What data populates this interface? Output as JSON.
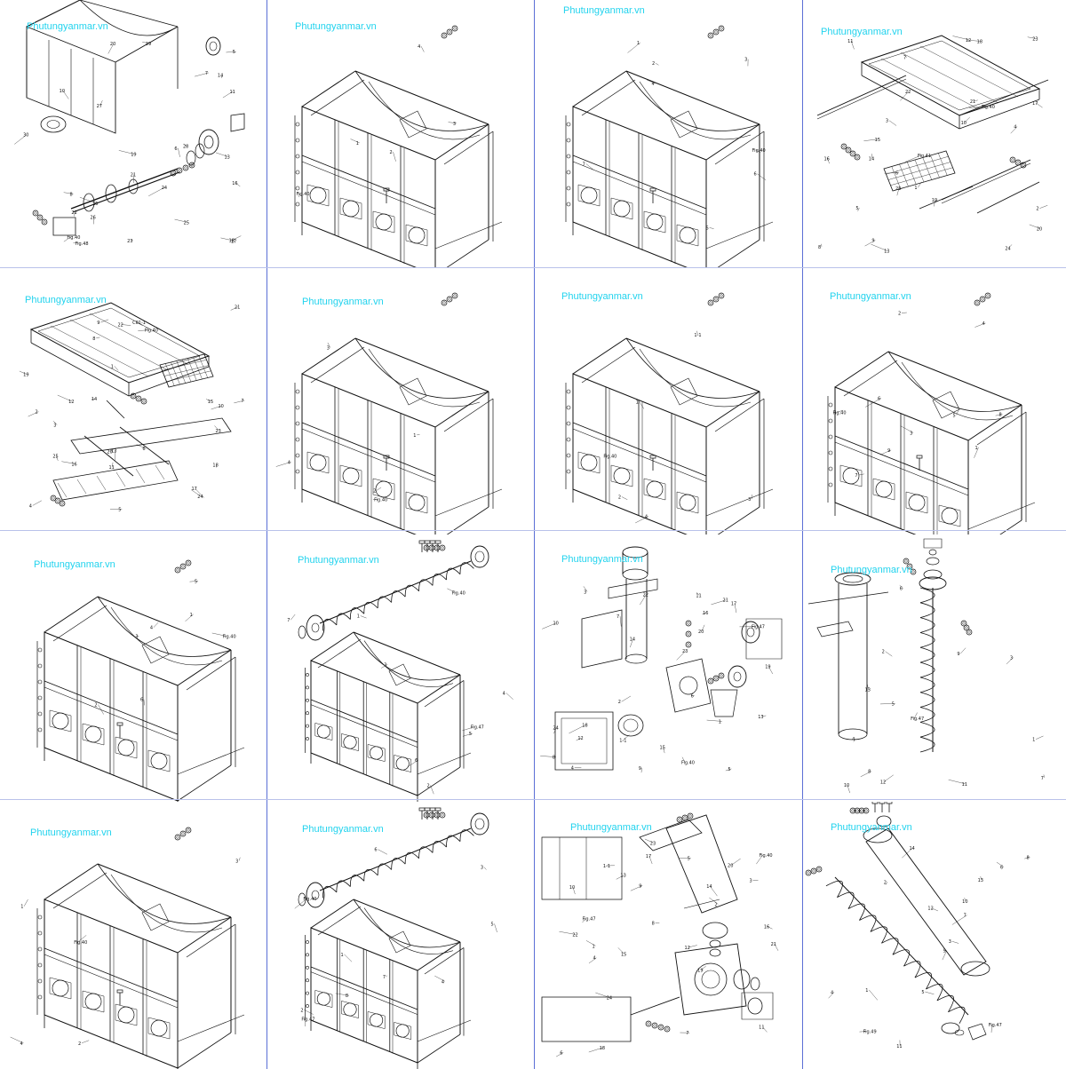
{
  "watermark": "Phutungyanmar.vn",
  "colors": {
    "watermark": "#22d3ee",
    "line": "#111111",
    "border": "#5b6fd6"
  },
  "panels": [
    {
      "id": "p1",
      "kind": "shaft",
      "wm": "Phutungyanmar.vn",
      "labels": [
        "Fig.40",
        "Fig.48",
        "23",
        "24",
        "25",
        "26",
        "27",
        "28",
        "29",
        "30",
        "13",
        "14",
        "15",
        "16",
        "17",
        "18",
        "19",
        "20",
        "21",
        "22",
        "5",
        "6",
        "7",
        "8",
        "10",
        "11"
      ]
    },
    {
      "id": "p2",
      "kind": "housing",
      "wm": "Phutungyanmar.vn",
      "labels": [
        "Fig.40",
        "1",
        "2",
        "3",
        "4"
      ]
    },
    {
      "id": "p3",
      "kind": "housing",
      "wm": "Phutungyanmar.vn",
      "labels": [
        "Fig.40",
        "1",
        "2",
        "3",
        "4",
        "5",
        "6",
        "7"
      ]
    },
    {
      "id": "p4",
      "kind": "frame",
      "wm": "Phutungyanmar.vn",
      "labels": [
        "Fig.40",
        "Fig.41",
        "1",
        "2",
        "3",
        "4",
        "5",
        "6",
        "7",
        "8",
        "9",
        "10",
        "11",
        "12",
        "13",
        "14",
        "15",
        "16",
        "17",
        "18",
        "19",
        "20",
        "21",
        "22",
        "23",
        "24",
        "25"
      ]
    },
    {
      "id": "p5",
      "kind": "frame",
      "wm": "Phutungyanmar.vn",
      "labels": [
        "Fig.40",
        "C01-1",
        "1",
        "2",
        "3",
        "4",
        "5",
        "6",
        "7",
        "8",
        "9",
        "10",
        "11",
        "12",
        "13",
        "14",
        "15",
        "16",
        "17",
        "18",
        "19",
        "20",
        "21",
        "22",
        "23",
        "24",
        "25"
      ]
    },
    {
      "id": "p6",
      "kind": "housing",
      "wm": "Phutungyanmar.vn",
      "labels": [
        "Fig.40",
        "1",
        "2",
        "3",
        "4"
      ]
    },
    {
      "id": "p7",
      "kind": "housing",
      "wm": "Phutungyanmar.vn",
      "labels": [
        "Fig.40",
        "1-1",
        "1",
        "2",
        "3",
        "4"
      ]
    },
    {
      "id": "p8",
      "kind": "housing",
      "wm": "Phutungyanmar.vn",
      "labels": [
        "Fig.40",
        "1",
        "2",
        "3",
        "4",
        "5",
        "6",
        "7",
        "8",
        "9"
      ]
    },
    {
      "id": "p9",
      "kind": "housing",
      "wm": "Phutungyanmar.vn",
      "labels": [
        "Fig.40",
        "1",
        "2",
        "3",
        "4",
        "5",
        "6"
      ]
    },
    {
      "id": "p10",
      "kind": "auger",
      "wm": "Phutungyanmar.vn",
      "labels": [
        "Fig.40",
        "Fig.47",
        "1",
        "2",
        "3",
        "4",
        "5",
        "6",
        "7"
      ]
    },
    {
      "id": "p11",
      "kind": "tube",
      "wm": "Phutungyanmar.vn",
      "labels": [
        "Fig.40",
        "Fig.47",
        "1-1",
        "1",
        "2",
        "3",
        "4",
        "5",
        "6",
        "7",
        "8",
        "9",
        "10",
        "11",
        "12",
        "13",
        "14",
        "15",
        "16",
        "17",
        "18",
        "19",
        "20",
        "21",
        "22",
        "23",
        "24"
      ]
    },
    {
      "id": "p12",
      "kind": "auger-vertical",
      "wm": "Phutungyanmar.vn",
      "labels": [
        "Fig.47",
        "1",
        "2",
        "3",
        "4",
        "5",
        "6",
        "7",
        "8",
        "9",
        "10",
        "11",
        "12",
        "13"
      ]
    },
    {
      "id": "p13",
      "kind": "housing",
      "wm": "Phutungyanmar.vn",
      "labels": [
        "Fig.40",
        "1",
        "2",
        "3",
        "4"
      ]
    },
    {
      "id": "p14",
      "kind": "auger",
      "wm": "Phutungyanmar.vn",
      "labels": [
        "Fig.40",
        "Fig.47",
        "1",
        "2",
        "3",
        "4",
        "5",
        "6",
        "7",
        "8"
      ]
    },
    {
      "id": "p15",
      "kind": "tube",
      "wm": "Phutungyanmar.vn",
      "labels": [
        "Fig.40",
        "Fig.47",
        "1-1",
        "1",
        "2",
        "3",
        "4",
        "5",
        "6",
        "7",
        "8",
        "9",
        "10",
        "11",
        "12",
        "13",
        "14",
        "15",
        "16",
        "17",
        "18",
        "19",
        "20",
        "21",
        "22",
        "23",
        "24"
      ]
    },
    {
      "id": "p16",
      "kind": "auger-diag",
      "wm": "Phutungyanmar.vn",
      "labels": [
        "Fig.47",
        "Fig.49",
        "1",
        "2",
        "3",
        "4",
        "5",
        "6",
        "7",
        "8",
        "9",
        "10",
        "11",
        "12",
        "13",
        "14"
      ]
    }
  ]
}
